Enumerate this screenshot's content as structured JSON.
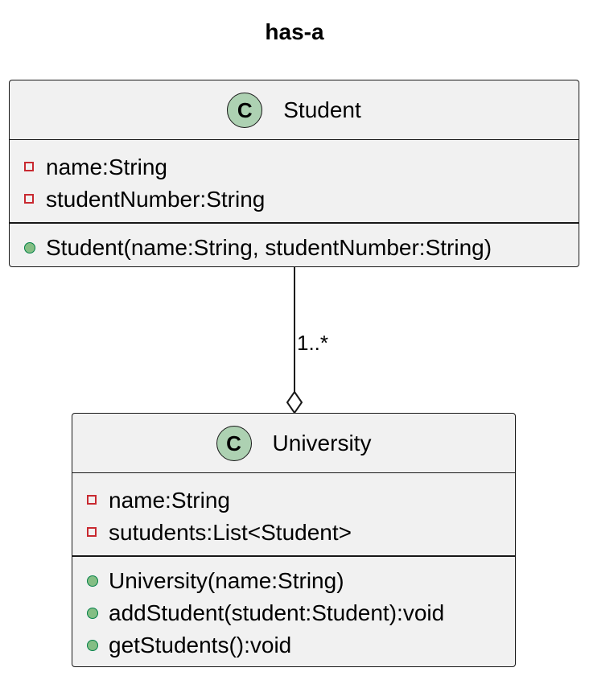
{
  "diagram": {
    "title": "has-a",
    "classes": [
      {
        "badge": "C",
        "name": "Student",
        "fields": [
          "name:String",
          "studentNumber:String"
        ],
        "methods": [
          "Student(name:String, studentNumber:String)"
        ]
      },
      {
        "badge": "C",
        "name": "University",
        "fields": [
          "name:String",
          "sutudents:List<Student>"
        ],
        "methods": [
          "University(name:String)",
          "addStudent(student:Student):void",
          "getStudents():void"
        ]
      }
    ],
    "relation": {
      "type": "aggregation",
      "from": "Student",
      "to": "University",
      "multiplicity": "1..*"
    },
    "colors": {
      "class_fill": "#f1f1f1",
      "badge_fill": "#add1b2",
      "private_marker": "#c82930",
      "public_marker": "#84be84",
      "line": "#181818"
    },
    "icons": {
      "private": "private-field-square-icon",
      "public": "public-method-circle-icon",
      "aggregation": "hollow-diamond-icon"
    }
  }
}
